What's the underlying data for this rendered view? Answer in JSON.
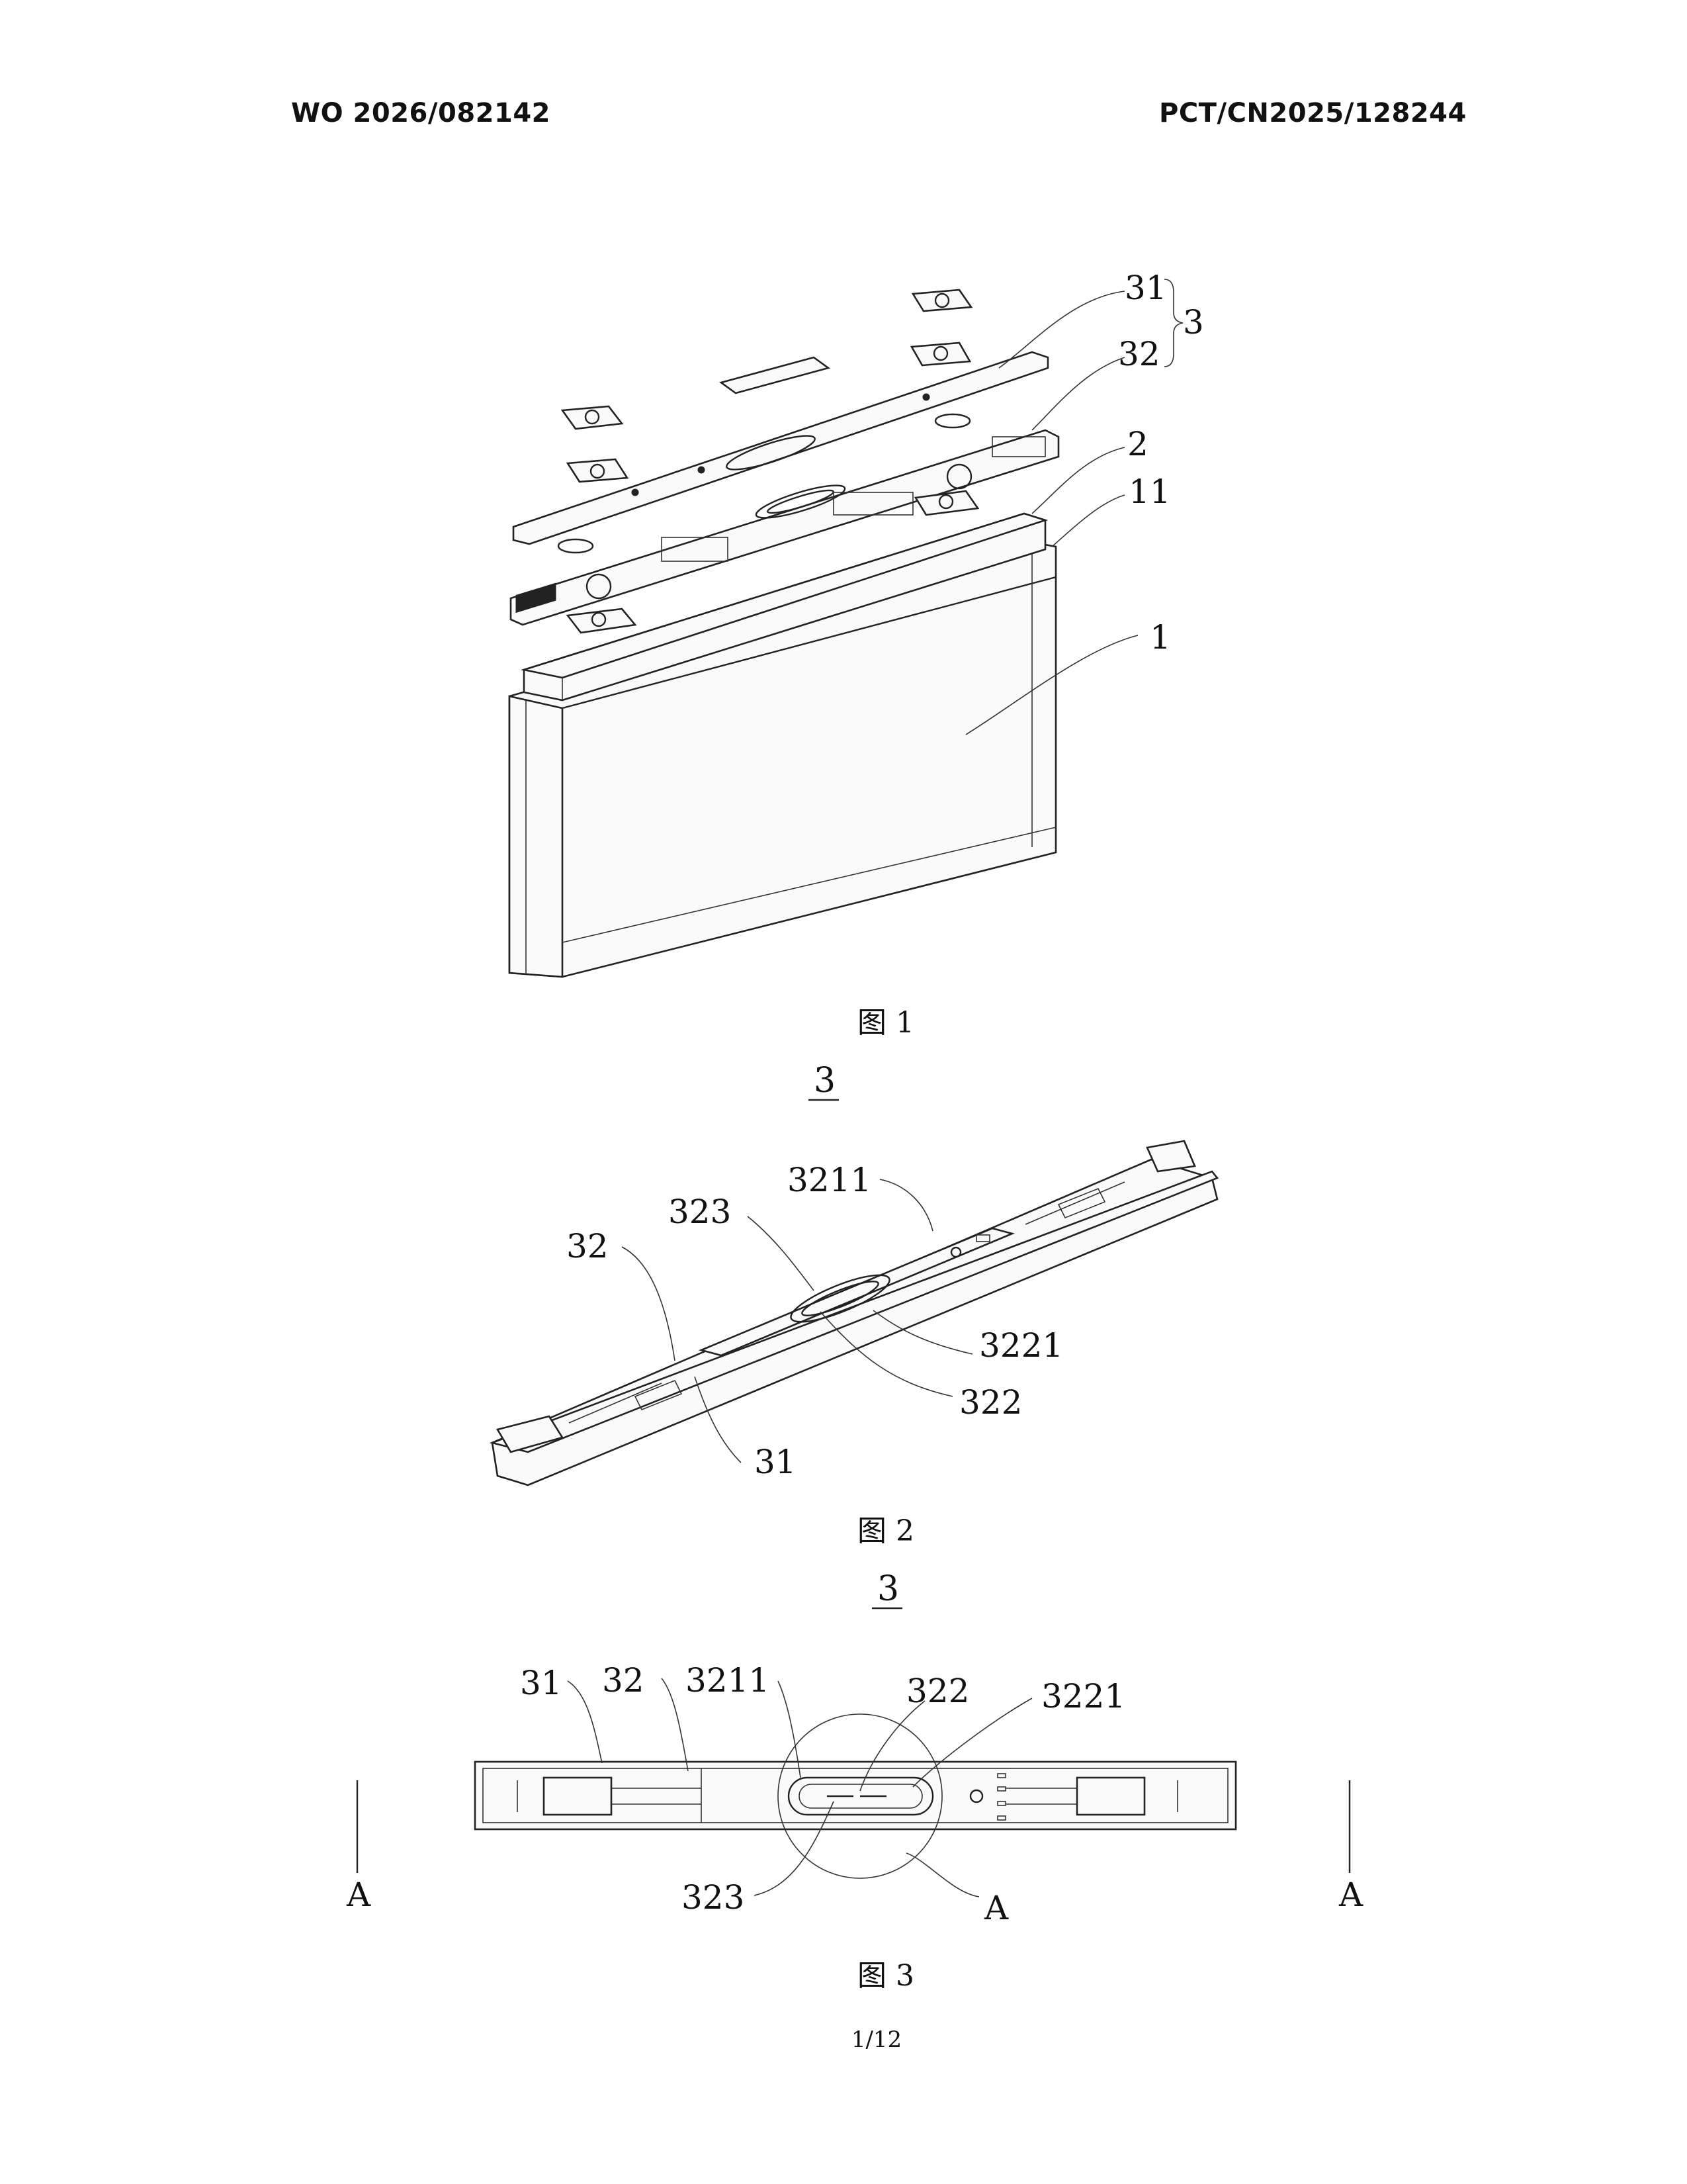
{
  "header": {
    "publication_number": "WO 2026/082142",
    "application_number": "PCT/CN2025/128244"
  },
  "figure1": {
    "caption": "图 1",
    "labels": {
      "l31": "31",
      "l32": "32",
      "l3": "3",
      "l2": "2",
      "l11": "11",
      "l1": "1"
    }
  },
  "figure2": {
    "caption": "图 2",
    "ref": "3",
    "labels": {
      "l3211": "3211",
      "l323": "323",
      "l32": "32",
      "l3221": "3221",
      "l322": "322",
      "l31": "31"
    }
  },
  "figure3": {
    "caption": "图 3",
    "ref": "3",
    "labels": {
      "l31": "31",
      "l32": "32",
      "l3211": "3211",
      "l322": "322",
      "l3221": "3221",
      "l323": "323",
      "lA_detail": "A",
      "lA_left": "A",
      "lA_right": "A"
    }
  },
  "footer": {
    "page": "1/12"
  }
}
